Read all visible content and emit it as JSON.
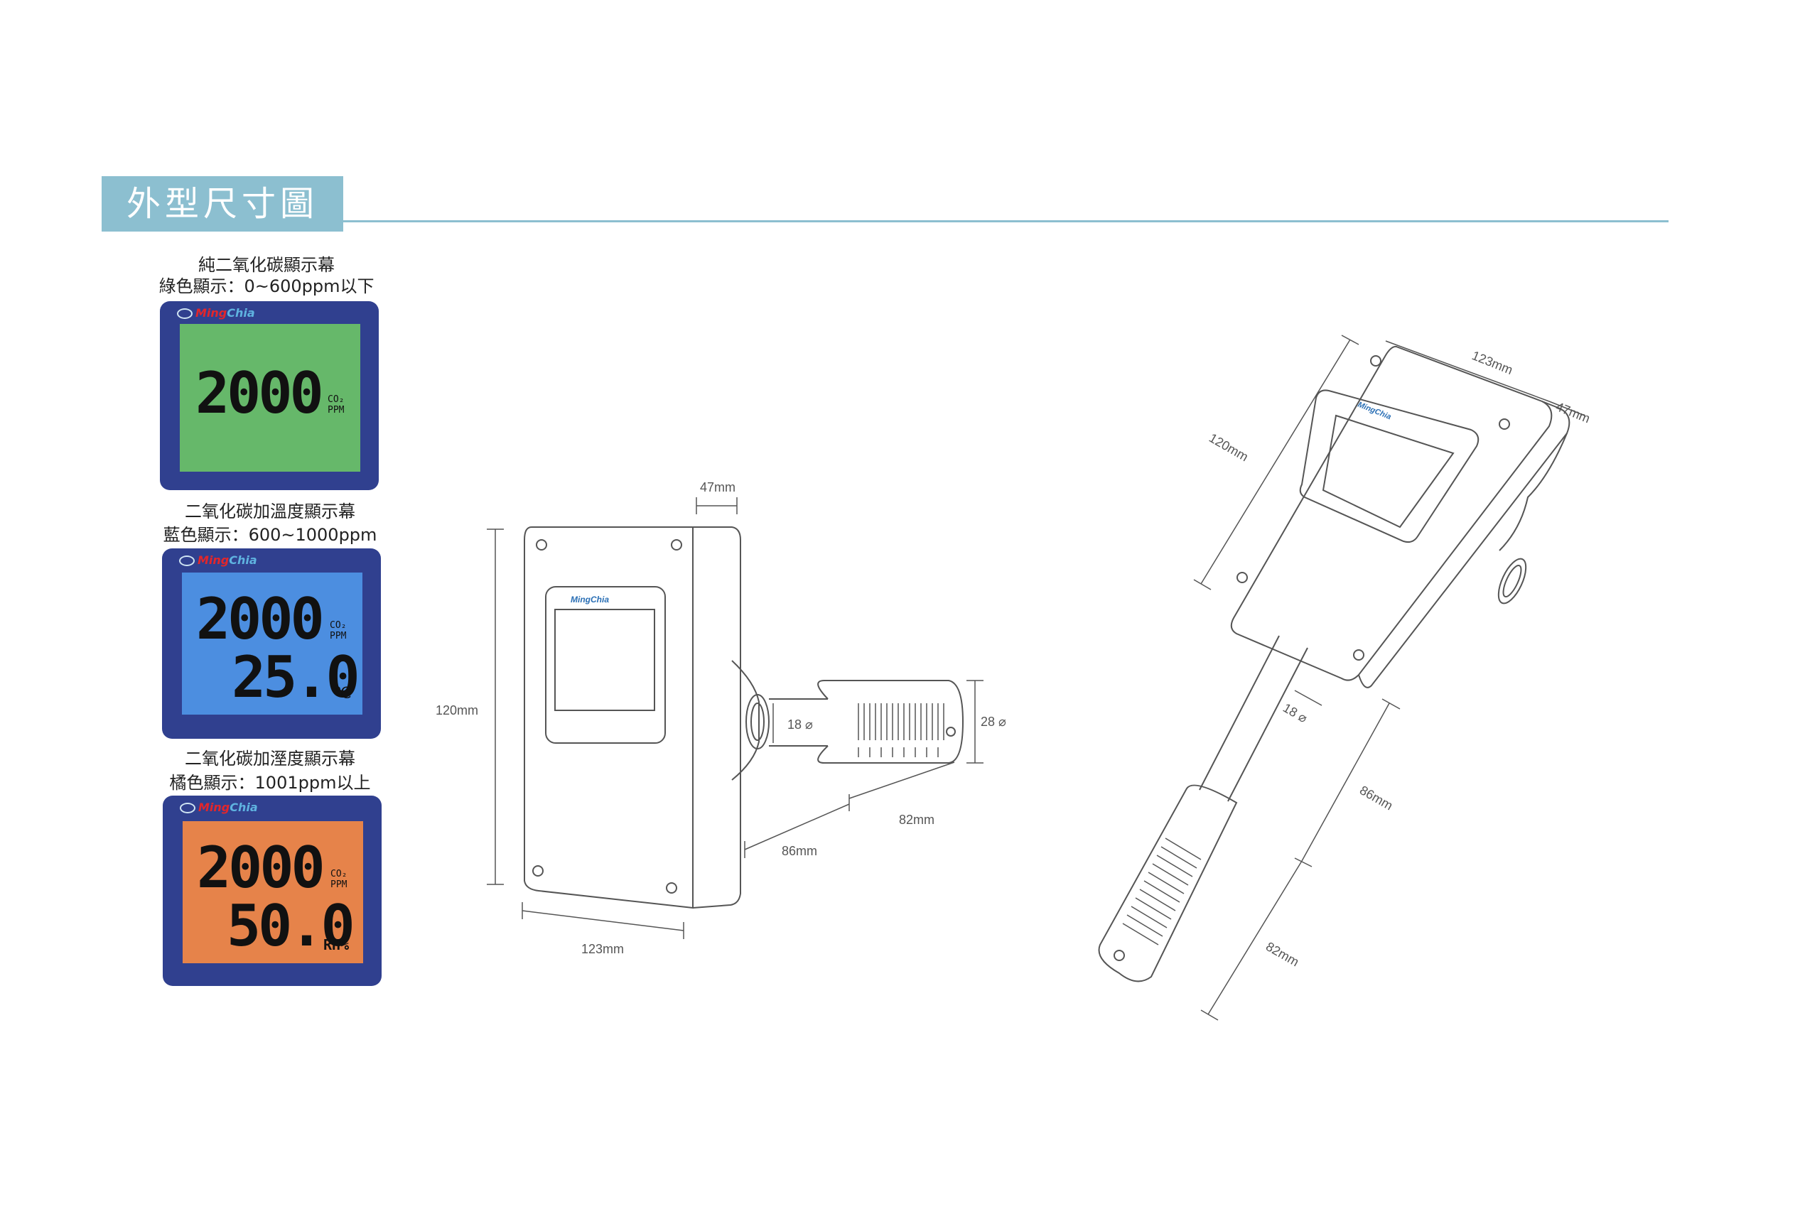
{
  "header": {
    "title": "外型尺寸圖"
  },
  "displays": [
    {
      "caption_line1": "純二氧化碳顯示幕",
      "caption_line2": "綠色顯示：0~600ppm以下",
      "logo_ming": "Ming",
      "logo_chia": "Chia",
      "reading1": "2000",
      "unit1_top": "CO₂",
      "unit1_bottom": "PPM",
      "lcd_color": "#66b86a"
    },
    {
      "caption_line1": "二氧化碳加溫度顯示幕",
      "caption_line2": "藍色顯示：600~1000ppm",
      "logo_ming": "Ming",
      "logo_chia": "Chia",
      "reading1": "2000",
      "unit1_top": "CO₂",
      "unit1_bottom": "PPM",
      "reading2": "25.0",
      "unit2": "℃",
      "lcd_color": "#4c8ee0"
    },
    {
      "caption_line1": "二氧化碳加溼度顯示幕",
      "caption_line2": "橘色顯示：1001ppm以上",
      "logo_ming": "Ming",
      "logo_chia": "Chia",
      "reading1": "2000",
      "unit1_top": "CO₂",
      "unit1_bottom": "PPM",
      "reading2": "50.0",
      "unit2": "RH%",
      "lcd_color": "#e6834a"
    }
  ],
  "front_view": {
    "logo": "MingChia",
    "dims": {
      "depth": "47mm",
      "height": "120mm",
      "width": "123mm",
      "probe_dia": "18 ⌀",
      "sleeve_dia": "28 ⌀",
      "probe_len": "86mm",
      "sleeve_len": "82mm"
    }
  },
  "iso_view": {
    "logo": "MingChia",
    "dims": {
      "width": "123mm",
      "depth": "47mm",
      "height": "120mm",
      "probe_dia": "18 ⌀",
      "probe_len": "86mm",
      "sleeve_len": "82mm"
    }
  },
  "colors": {
    "panel_frame": "#30408f",
    "header": "#8cbfd0",
    "line": "#555555"
  }
}
